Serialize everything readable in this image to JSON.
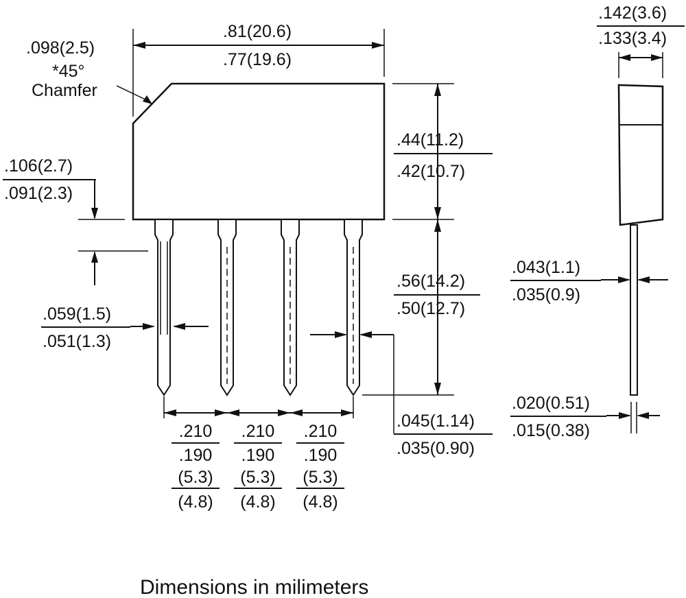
{
  "dimensions": {
    "chamfer": {
      "value": ".098(2.5)",
      "note_angle": "*45°",
      "note_word": "Chamfer"
    },
    "body_width": {
      "max": ".81(20.6)",
      "min": ".77(19.6)"
    },
    "body_height": {
      "max": ".44(11.2)",
      "min": ".42(10.7)"
    },
    "standoff": {
      "max": ".106(2.7)",
      "min": ".091(2.3)"
    },
    "lead_length": {
      "max": ".56(14.2)",
      "min": ".50(12.7)"
    },
    "lead_width_wide": {
      "max": ".059(1.5)",
      "min": ".051(1.3)"
    },
    "lead_width_narrow": {
      "max": ".045(1.14)",
      "min": ".035(0.90)"
    },
    "pitch": [
      {
        "max_in": ".210",
        "min_in": ".190",
        "max_mm": "(5.3)",
        "min_mm": "(4.8)"
      },
      {
        "max_in": ".210",
        "min_in": ".190",
        "max_mm": "(5.3)",
        "min_mm": "(4.8)"
      },
      {
        "max_in": ".210",
        "min_in": ".190",
        "max_mm": "(5.3)",
        "min_mm": "(4.8)"
      }
    ],
    "body_thickness": {
      "max": ".142(3.6)",
      "min": ".133(3.4)"
    },
    "lead_thickness_side": {
      "max": ".043(1.1)",
      "min": ".035(0.9)"
    },
    "lead_tip": {
      "max": ".020(0.51)",
      "min": ".015(0.38)"
    }
  },
  "caption": "Dimensions in  milimeters"
}
